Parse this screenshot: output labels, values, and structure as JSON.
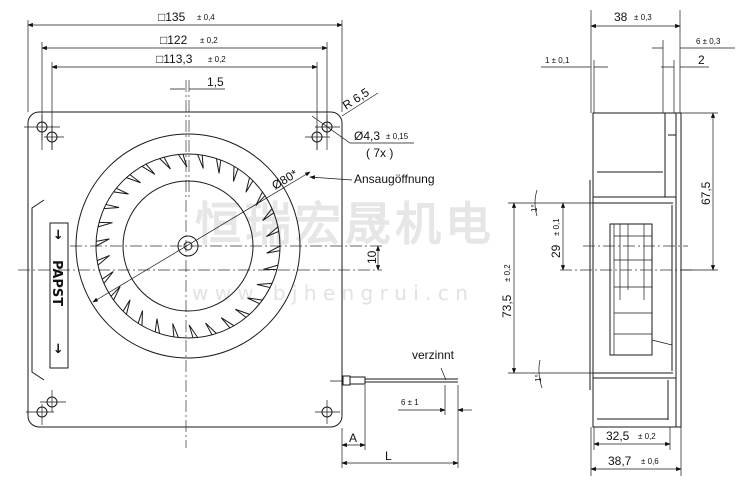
{
  "watermark": {
    "company": "恒瑞宏晟机电",
    "url": "w w w . b j h e n g r u i . c n"
  },
  "front_view": {
    "dim_135": "□135",
    "dim_135_tol": "± 0,4",
    "dim_122": "□122",
    "dim_122_tol": "± 0,2",
    "dim_113": "□113,3",
    "dim_113_tol": "± 0,2",
    "dim_1_5": "1,5",
    "radius": "R 6,5",
    "hole_dia": "Ø4,3",
    "hole_dia_tol": "± 0,15",
    "hole_count": "( 7x )",
    "inlet_dia": "Ø80*",
    "inlet_label": "Ansaugöffnung",
    "offset_10": "10",
    "brand": "PAPST",
    "tinned_label": "verzinnt",
    "strip_len": "6 ± 1",
    "dim_a": "A",
    "dim_l": "L"
  },
  "side_view": {
    "dim_38": "38",
    "dim_38_tol": "± 0,3",
    "dim_6": "6 ± 0,3",
    "dim_2": "2",
    "dim_1": "1 ± 0,1",
    "dim_67_5": "67,5",
    "dim_29": "29",
    "dim_29_tol": "± 0,1",
    "dim_73_5": "73,5",
    "dim_73_5_tol": "± 0,2",
    "angle": "1°",
    "dim_32_5": "32,5",
    "dim_32_5_tol": "± 0,2",
    "dim_38_7": "38,7",
    "dim_38_7_tol": "± 0,6"
  }
}
